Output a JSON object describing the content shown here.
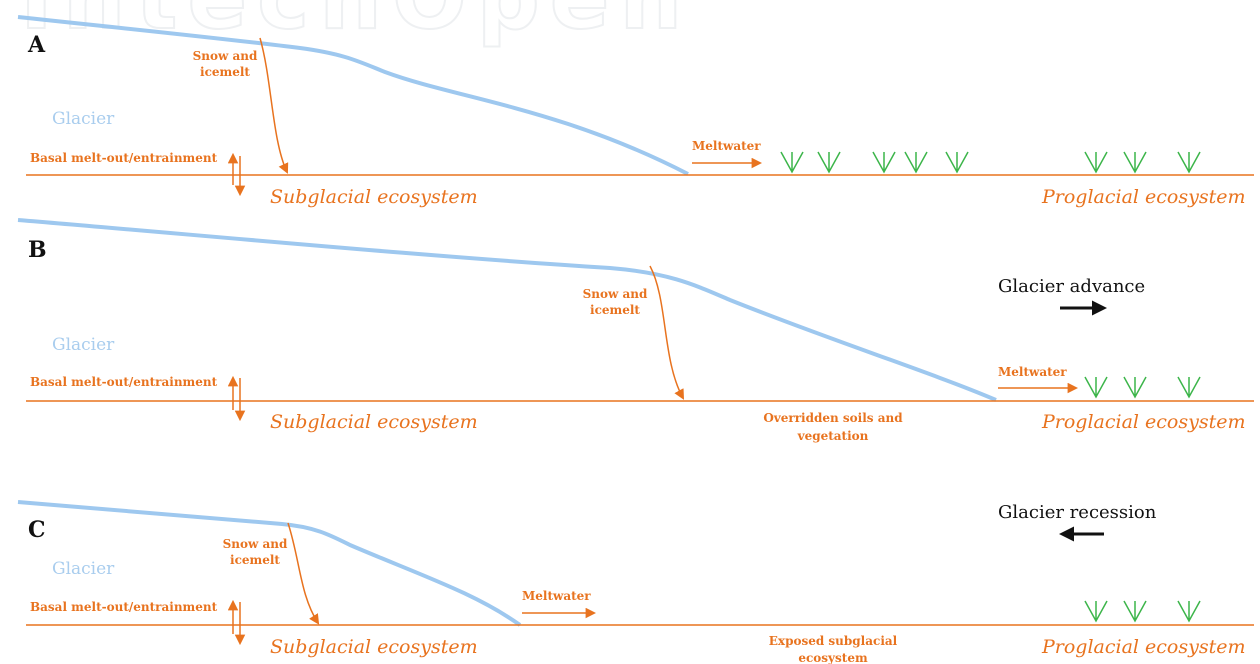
{
  "watermark": "IntechOpen",
  "colors": {
    "ground": "#e8731f",
    "glacier_surface": "#9ec8ef",
    "orange_text": "#e8731f",
    "vegetation": "#3cb54a",
    "event_arrow": "#111111"
  },
  "panels": {
    "a": {
      "letter": "A",
      "glacier": "Glacier",
      "snow_icemelt": [
        "Snow and",
        "icemelt"
      ],
      "basal": "Basal melt-out/entrainment",
      "meltwater": "Meltwater",
      "subglacial": "Subglacial ecosystem",
      "proglacial": "Proglacial ecosystem"
    },
    "b": {
      "letter": "B",
      "glacier": "Glacier",
      "snow_icemelt": [
        "Snow and",
        "icemelt"
      ],
      "basal": "Basal melt-out/entrainment",
      "meltwater": "Meltwater",
      "subglacial": "Subglacial ecosystem",
      "proglacial": "Proglacial ecosystem",
      "overridden": [
        "Overridden soils and",
        "vegetation"
      ],
      "event": "Glacier advance"
    },
    "c": {
      "letter": "C",
      "glacier": "Glacier",
      "snow_icemelt": [
        "Snow and",
        "icemelt"
      ],
      "basal": "Basal melt-out/entrainment",
      "meltwater": "Meltwater",
      "subglacial": "Subglacial ecosystem",
      "proglacial": "Proglacial ecosystem",
      "exposed": [
        "Exposed subglacial",
        "ecosystem"
      ],
      "event": "Glacier recession"
    }
  }
}
